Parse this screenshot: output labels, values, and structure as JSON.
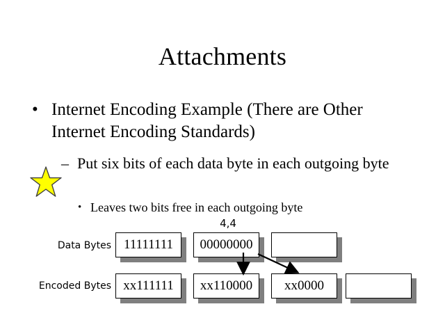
{
  "slide": {
    "title": "Attachments",
    "background_color": "#ffffff",
    "text_color": "#000000"
  },
  "bullets": {
    "level1": {
      "marker": "•",
      "text": "Internet Encoding Example (There are Other Internet Encoding Standards)"
    },
    "level2": {
      "marker": "–",
      "text": "Put six bits of each data byte in each outgoing byte"
    },
    "level3": {
      "marker": "•",
      "text": "Leaves two bits free in each outgoing byte"
    }
  },
  "star": {
    "fill_color": "#ffff00",
    "stroke_color": "#404040",
    "points": 5
  },
  "diagram": {
    "annotation": "4,4",
    "rows": [
      {
        "label": "Data Bytes",
        "boxes": [
          {
            "value": "11111111"
          },
          {
            "value": "00000000"
          },
          {
            "value": ""
          }
        ]
      },
      {
        "label": "Encoded Bytes",
        "boxes": [
          {
            "value": "xx111111"
          },
          {
            "value": "xx110000"
          },
          {
            "value": "xx0000"
          },
          {
            "value": ""
          }
        ]
      }
    ],
    "arrows": [
      {
        "kind": "vertical-arrow",
        "from_box": "00000000",
        "to_box": "xx110000"
      },
      {
        "kind": "diagonal-arrow",
        "from_box": "00000000",
        "to_box": "xx0000"
      }
    ],
    "box_border_color": "#000000",
    "box_fill_color": "#ffffff",
    "box_shadow_color": "#7f7f7f",
    "arrow_color": "#000000"
  }
}
